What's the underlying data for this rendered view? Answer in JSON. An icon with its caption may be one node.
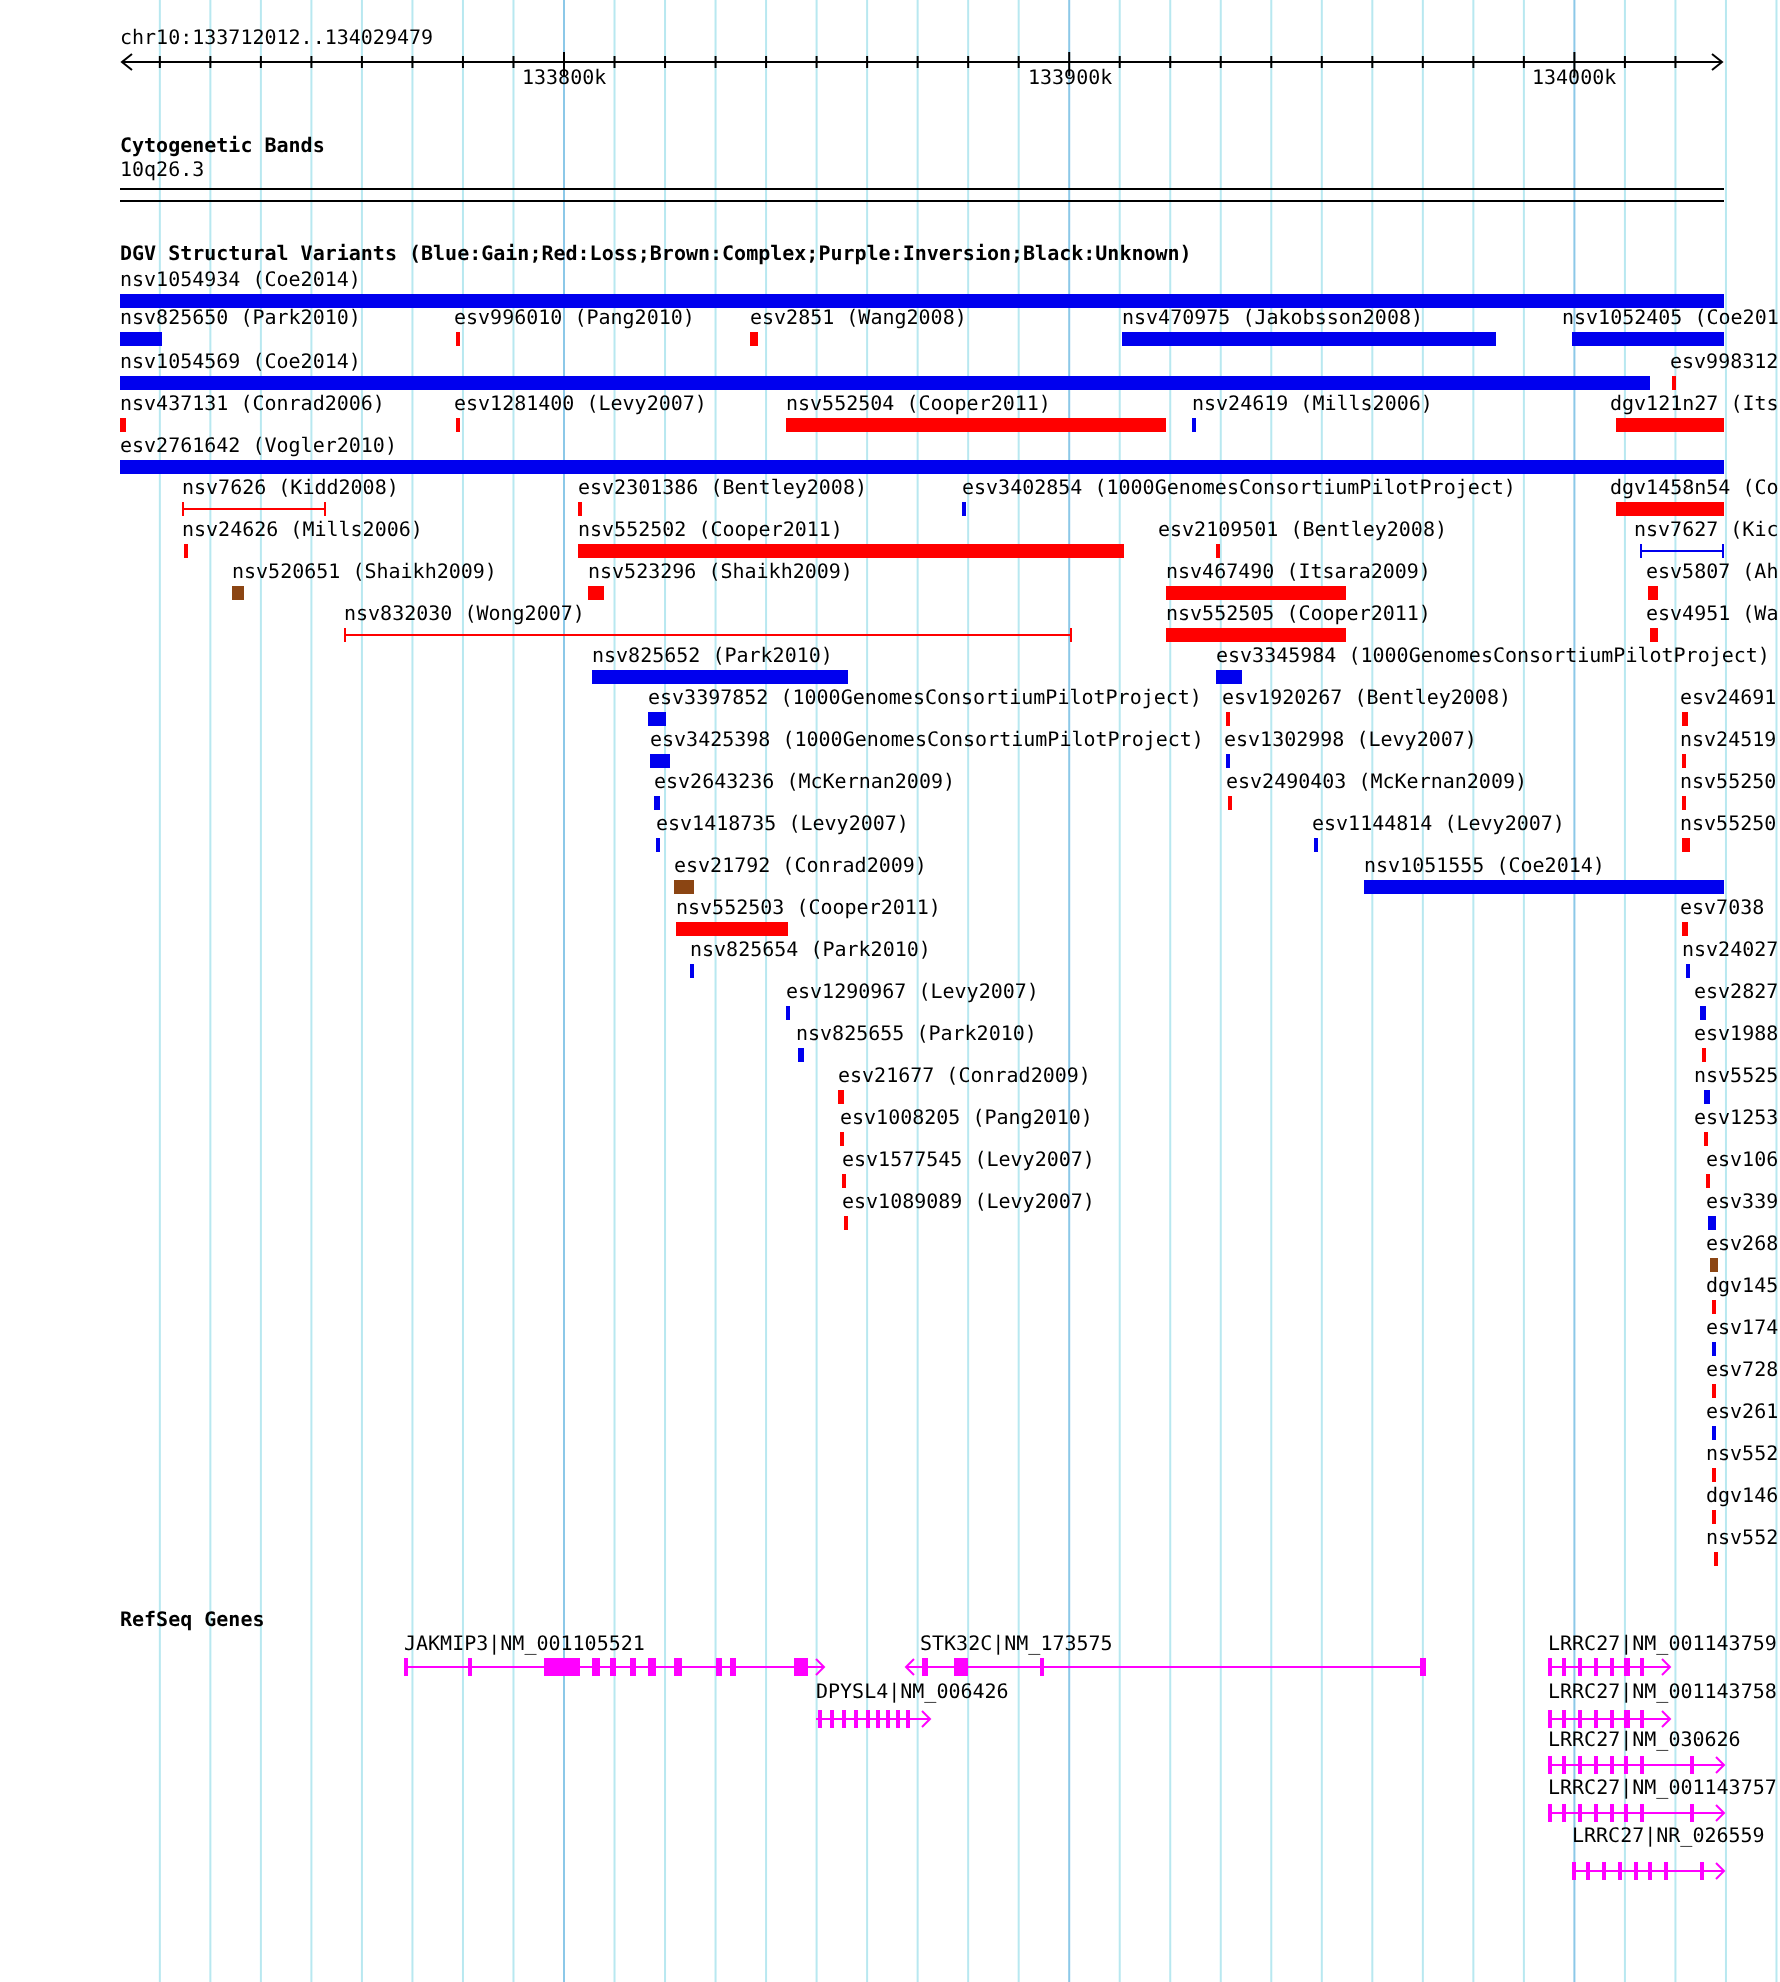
{
  "diagram": {
    "labels": [
      "chr10:133712012..134029479",
      "133800k",
      "133900k",
      "134000k",
      "Cytogenetic Bands",
      "10q26.3",
      "DGV Structural Variants (Blue:Gain;Red:Loss;Brown:Complex;Purple:Inversion;Black:Unknown)",
      "nsv1054934 (Coe2014)",
      "nsv825650 (Park2010)",
      "esv996010 (Pang2010)",
      "esv2851 (Wang2008)",
      "nsv470975 (Jakobsson2008)",
      "nsv1052405 (Coe201",
      "nsv1054569 (Coe2014)",
      "esv998312",
      "nsv437131 (Conrad2006)",
      "esv1281400 (Levy2007)",
      "nsv552504 (Cooper2011)",
      "nsv24619 (Mills2006)",
      "dgv121n27 (Its",
      "esv2761642 (Vogler2010)",
      "nsv7626 (Kidd2008)",
      "esv2301386 (Bentley2008)",
      "esv3402854 (1000GenomesConsortiumPilotProject)",
      "dgv1458n54 (Co",
      "nsv24626 (Mills2006)",
      "nsv552502 (Cooper2011)",
      "esv2109501 (Bentley2008)",
      "nsv7627 (Kic",
      "nsv520651 (Shaikh2009)",
      "nsv523296 (Shaikh2009)",
      "nsv467490 (Itsara2009)",
      "esv5807 (Ah",
      "nsv832030 (Wong2007)",
      "nsv552505 (Cooper2011)",
      "esv4951 (Wa",
      "nsv825652 (Park2010)",
      "esv3345984 (1000GenomesConsortiumPilotProject)",
      "esv3397852 (1000GenomesConsortiumPilotProject)",
      "esv1920267 (Bentley2008)",
      "esv24691",
      "esv3425398 (1000GenomesConsortiumPilotProject)",
      "esv1302998 (Levy2007)",
      "nsv24519",
      "esv2643236 (McKernan2009)",
      "esv2490403 (McKernan2009)",
      "nsv55250",
      "esv1418735 (Levy2007)",
      "esv1144814 (Levy2007)",
      "nsv55250",
      "esv21792 (Conrad2009)",
      "nsv1051555 (Coe2014)",
      "nsv552503 (Cooper2011)",
      "esv7038",
      "nsv825654 (Park2010)",
      "nsv24027",
      "esv1290967 (Levy2007)",
      "esv2827",
      "nsv825655 (Park2010)",
      "esv1988",
      "esv21677 (Conrad2009)",
      "nsv5525",
      "esv1008205 (Pang2010)",
      "esv1253",
      "esv1577545 (Levy2007)",
      "esv106",
      "esv1089089 (Levy2007)",
      "esv339",
      "esv268",
      "dgv145",
      "esv174",
      "esv728",
      "esv261",
      "nsv552",
      "dgv146",
      "nsv552",
      "RefSeq Genes",
      "JAKMIP3|NM_001105521",
      "STK32C|NM_173575",
      "DPYSL4|NM_006426",
      "LRRC27|NM_001143759",
      "LRRC27|NM_001143758",
      "LRRC27|NM_030626",
      "LRRC27|NM_001143757",
      "LRRC27|NR_026559"
    ]
  }
}
